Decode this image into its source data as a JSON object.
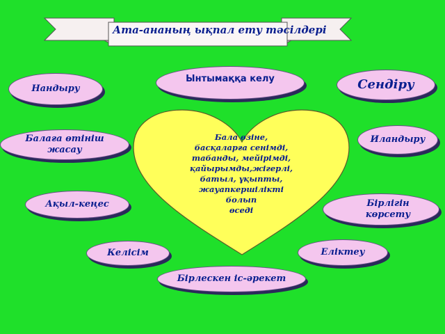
{
  "banner": {
    "title": "Ата-ананың ықпал ету тәсілдері"
  },
  "center": {
    "lines": [
      "Бала өзіне,",
      "басқаларға сенімді,",
      "табанды, мейірімді,",
      "қайырымды,жігерлі,",
      "батыл, ұқыпты,",
      "жауапкершілікті",
      "болып",
      "өседі"
    ]
  },
  "methods": {
    "nandyru": "Нандыру",
    "yntymaq": "Ынтымаққа келу",
    "sendiru": "Сендіру",
    "otinish_1": "Балаға өтініш",
    "otinish_2": "жасау",
    "ilandyru": "Иландыру",
    "aqyl": "Ақыл-кеңес",
    "birlik_1": "Бірлігін",
    "birlik_2": "көрсету",
    "kelisim": "Келісім",
    "eliktey": "Еліктеу",
    "birlesken": "Бірлескен іс-әрекет"
  },
  "colors": {
    "background": "#1fe02a",
    "oval_fill": "#f4c6ee",
    "heart_fill": "#ffff5a",
    "text": "#0a1f8f"
  }
}
